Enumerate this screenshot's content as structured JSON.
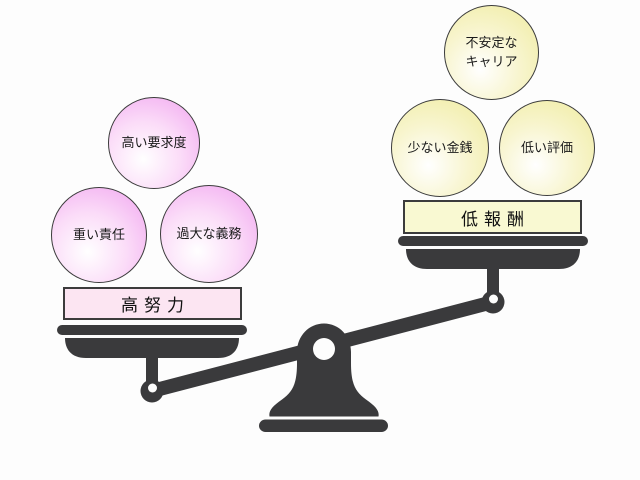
{
  "scale": {
    "left": {
      "label": "高努力",
      "bubbles": [
        {
          "label": "高い要求度"
        },
        {
          "label": "重い責任"
        },
        {
          "label": "過大な義務"
        }
      ]
    },
    "right": {
      "label": "低報酬",
      "bubbles": [
        {
          "label": "不安定な\nキャリア"
        },
        {
          "label": "少ない金銭"
        },
        {
          "label": "低い評価"
        }
      ]
    }
  },
  "colors": {
    "pink_bubble_rim": "#f0a3ef",
    "pink_label_fill": "#fce5f2",
    "yellow_bubble_rim": "#efeb9e",
    "yellow_label_fill": "#f9f9d2",
    "scale_dark": "#3a3a3c",
    "outline": "#3c3c3c",
    "text": "#1a1a1a",
    "background": "#fdfdfd"
  }
}
